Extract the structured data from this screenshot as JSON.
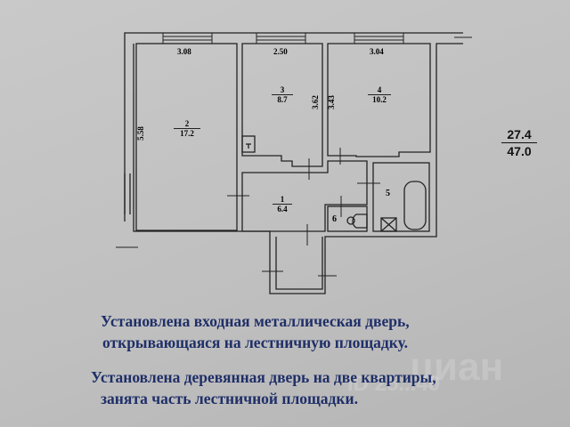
{
  "plan": {
    "rooms": [
      {
        "number": "1",
        "area": "6.4"
      },
      {
        "number": "2",
        "area": "17.2"
      },
      {
        "number": "3",
        "area": "8.7"
      },
      {
        "number": "4",
        "area": "10.2"
      },
      {
        "number": "5",
        "area": ""
      },
      {
        "number": "6",
        "area": ""
      }
    ],
    "dimensions": {
      "room2_width": "3.08",
      "room3_width": "2.50",
      "room4_width": "3.04",
      "room2_length": "5.58",
      "room3_length": "3.62",
      "room4_length": "3.43"
    },
    "totals": {
      "living": "27.4",
      "total": "47.0"
    }
  },
  "notes": [
    "Установлена входная металлическая дверь,",
    "открывающаяся на лестничную площадку.",
    "Установлена деревянная дверь на две квартиры,",
    "занята часть лестничной площадки."
  ],
  "watermark": {
    "brand": "циан",
    "id": "ID 25...49"
  },
  "colors": {
    "text": "#1f2f68",
    "lines": "#222222",
    "background": "#c2c2c2"
  }
}
